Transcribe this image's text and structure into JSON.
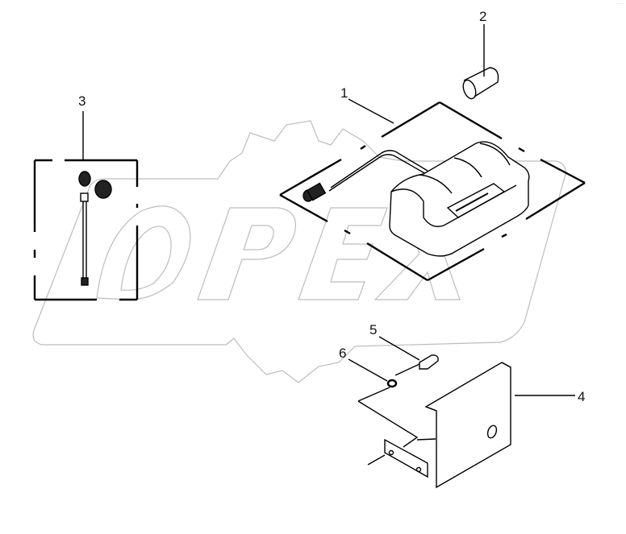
{
  "diagram": {
    "type": "exploded-parts-view",
    "watermark": {
      "text": "OPEX",
      "color": "#bdbdbd"
    },
    "line_color": "#000000",
    "corner_mark": "⁻ ⁻⁻",
    "parts": [
      {
        "id": "1",
        "label": "1",
        "description": "dock-station-with-cable"
      },
      {
        "id": "2",
        "label": "2",
        "description": "cylinder-pin"
      },
      {
        "id": "3",
        "label": "3",
        "description": "angled-connector-cable"
      },
      {
        "id": "4",
        "label": "4",
        "description": "mounting-bracket"
      },
      {
        "id": "5",
        "label": "5",
        "description": "bolt"
      },
      {
        "id": "6",
        "label": "6",
        "description": "washer"
      }
    ]
  }
}
